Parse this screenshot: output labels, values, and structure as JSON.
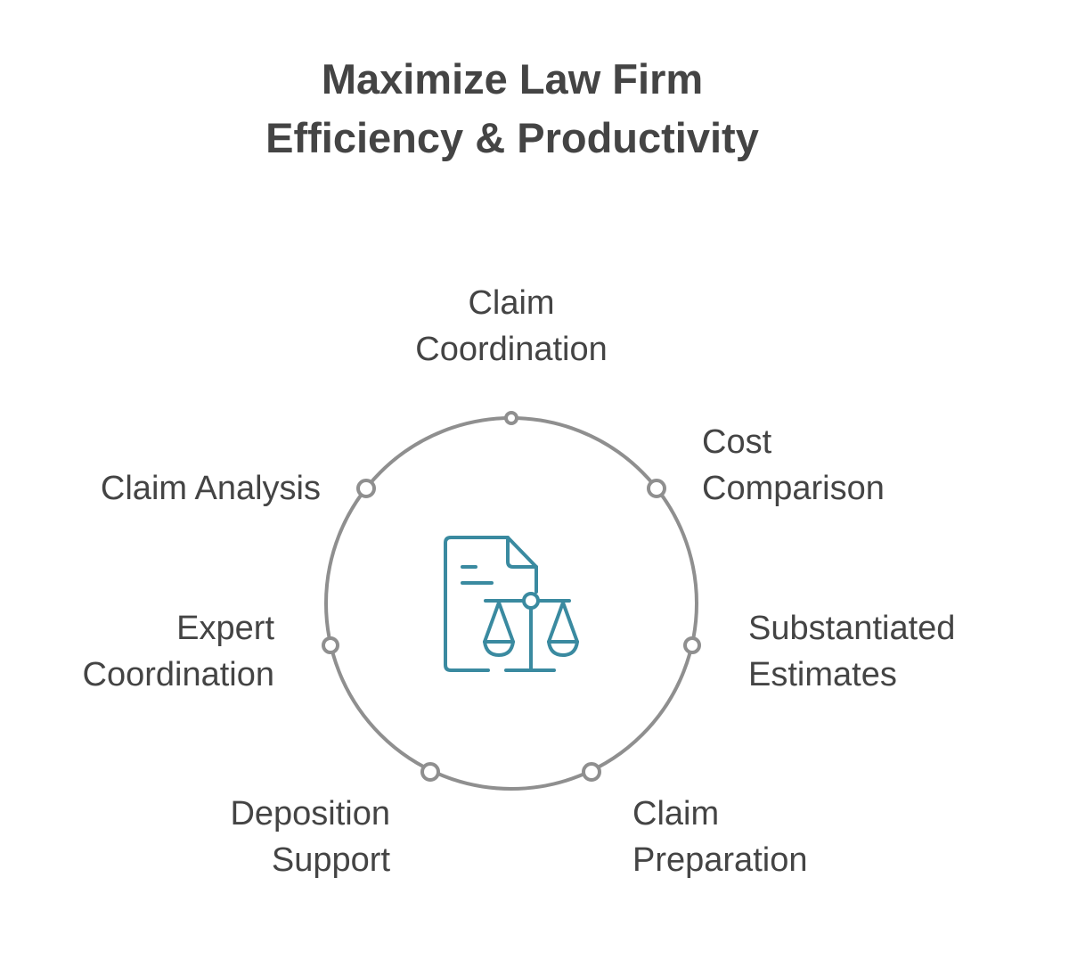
{
  "title": {
    "line1": "Maximize Law Firm",
    "line2": "Efficiency & Productivity"
  },
  "items": [
    {
      "line1": "Claim",
      "line2": "Coordination"
    },
    {
      "line1": "Cost",
      "line2": "Comparison"
    },
    {
      "line1": "Substantiated",
      "line2": "Estimates"
    },
    {
      "line1": "Claim",
      "line2": "Preparation"
    },
    {
      "line1": "Deposition",
      "line2": "Support"
    },
    {
      "line1": "Expert",
      "line2": "Coordination"
    },
    {
      "line1": "Claim Analysis"
    }
  ],
  "colors": {
    "ring": "#8f8f8f",
    "icon": "#3a8aa0",
    "text": "#444444"
  },
  "center_icon": "legal-document-scales-icon"
}
